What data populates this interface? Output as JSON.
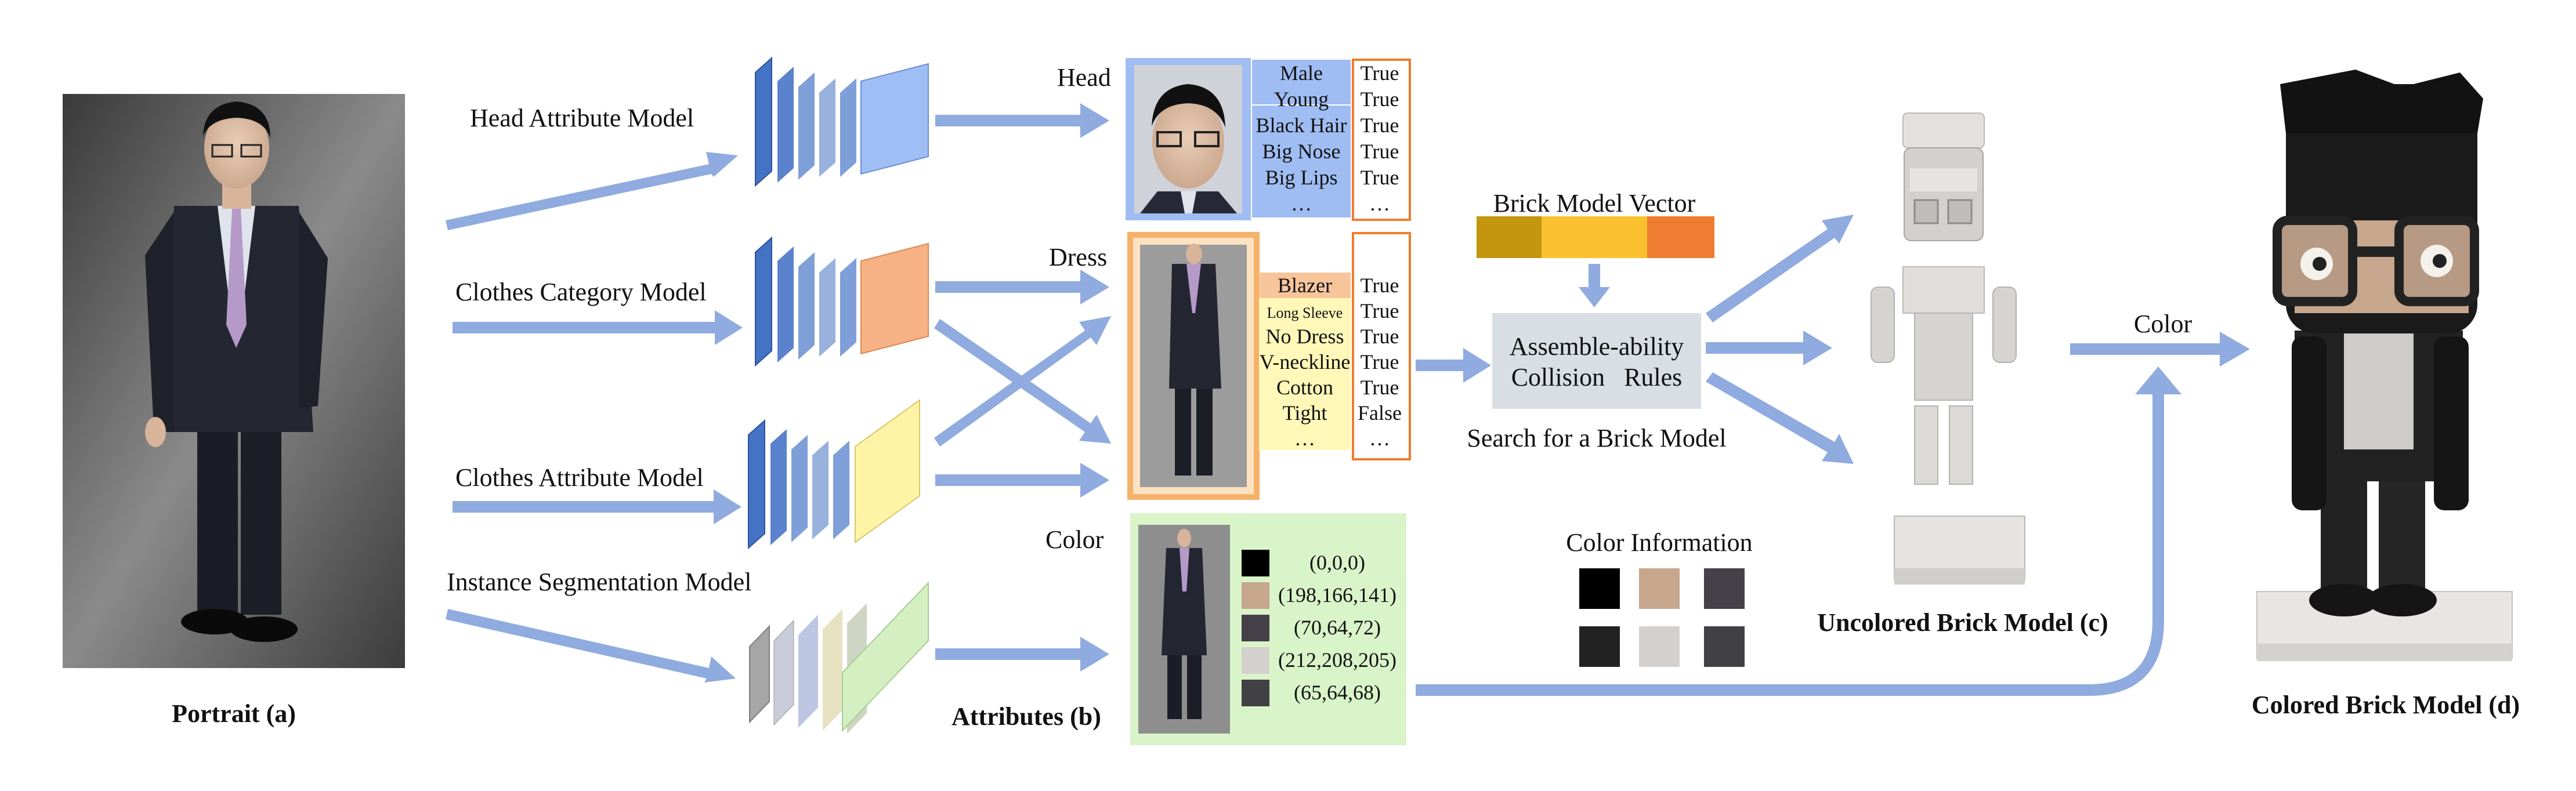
{
  "colors": {
    "arrow": "#8fabdf",
    "head_bg": "#9fbdf2",
    "dress_bg": "#fde2c2",
    "dress_border": "#f5b26b",
    "attr_cell": "#f8c59b",
    "attr_cell_light": "#fff8b8",
    "value_border": "#ed7d31",
    "color_panel_bg": "#d9f4c8",
    "info_box_bg": "#d9dde4",
    "layer_blue_dark": "#4472c4",
    "layer_blue_light": "#9fbef5",
    "layer_orange": "#f6b184",
    "layer_yellow": "#fff4a6",
    "layer_green": "#d4f0c2",
    "layer_grey": "#a6a6a6"
  },
  "models": {
    "head": "Head Attribute Model",
    "clothes_category": "Clothes Category Model",
    "clothes_attribute": "Clothes Attribute Model",
    "segmentation": "Instance Segmentation Model"
  },
  "sections": {
    "head": "Head",
    "dress": "Dress",
    "color": "Color"
  },
  "head_attributes": [
    {
      "name": "Male",
      "value": "True"
    },
    {
      "name": "Young",
      "value": "True"
    },
    {
      "name": "Black Hair",
      "value": "True"
    },
    {
      "name": "Big Nose",
      "value": "True"
    },
    {
      "name": "Big Lips",
      "value": "True"
    },
    {
      "name": "…",
      "value": "…"
    }
  ],
  "dress_attributes": [
    {
      "name": "Blazer",
      "value": "True"
    },
    {
      "name": "Long Sleeve",
      "value": "True"
    },
    {
      "name": "No Dress",
      "value": "True"
    },
    {
      "name": "V-neckline",
      "value": "True"
    },
    {
      "name": "Cotton",
      "value": "True"
    },
    {
      "name": "Tight",
      "value": "False"
    },
    {
      "name": "…",
      "value": "…"
    }
  ],
  "color_swatches": [
    {
      "label": "(0,0,0)",
      "hex": "#000000"
    },
    {
      "label": "(198,166,141)",
      "hex": "#c6a68d"
    },
    {
      "label": "(70,64,72)",
      "hex": "#464048"
    },
    {
      "label": "(212,208,205)",
      "hex": "#d4d0cd"
    },
    {
      "label": "(65,64,68)",
      "hex": "#414044"
    }
  ],
  "brick_vector": {
    "title": "Brick Model Vector",
    "segments": [
      "#c4960f",
      "#fbc02d",
      "#ef7d31"
    ]
  },
  "rules": {
    "line1": "Assemble-ability",
    "line2": "Collision   Rules",
    "search": "Search for a Brick Model"
  },
  "color_info": {
    "title": "Color Information",
    "swatches": [
      "#000000",
      "#c6a68d",
      "#464048",
      "#222222",
      "#d4d0cd",
      "#414044"
    ]
  },
  "arrow_label_color": "Color",
  "captions": {
    "portrait": "Portrait (a)",
    "attributes": "Attributes (b)",
    "uncolored": "Uncolored Brick Model (c)",
    "colored": "Colored Brick Model (d)"
  }
}
